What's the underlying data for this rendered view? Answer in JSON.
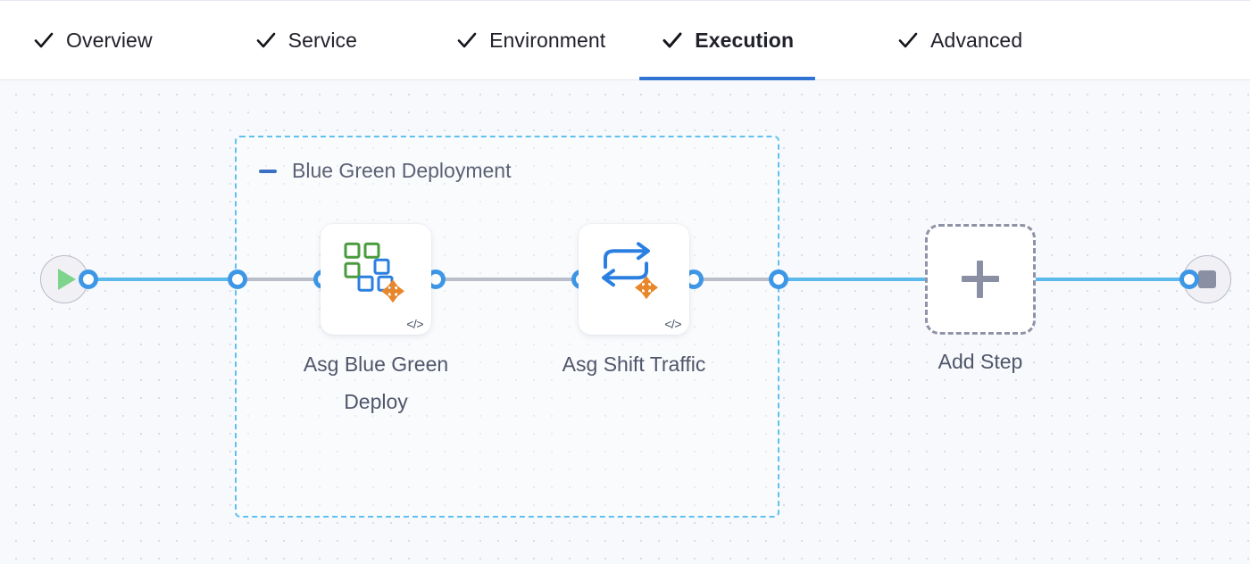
{
  "tabs": {
    "items": [
      {
        "label": "Overview",
        "icon": "check-icon",
        "complete": true,
        "active": false
      },
      {
        "label": "Service",
        "icon": "check-icon",
        "complete": true,
        "active": false
      },
      {
        "label": "Environment",
        "icon": "check-icon",
        "complete": true,
        "active": false
      },
      {
        "label": "Execution",
        "icon": "check-icon",
        "complete": true,
        "active": true
      },
      {
        "label": "Advanced",
        "icon": "check-icon",
        "complete": true,
        "active": false
      }
    ],
    "active_underline_color": "#2f73d3"
  },
  "canvas": {
    "background_color": "#f7f9fc",
    "grid": "dotted",
    "grid_dot_color": "#d7dde8"
  },
  "pipeline": {
    "start_node": {
      "icon": "play-icon",
      "color": "#7ed48c"
    },
    "end_node": {
      "icon": "stop-icon",
      "color": "#8b8fa3"
    },
    "group": {
      "title": "Blue Green Deployment",
      "collapse_icon": "minus-icon",
      "border_color": "#5fc1ef",
      "collapse_icon_color": "#3a6fc4"
    },
    "steps": [
      {
        "label": "Asg Blue Green Deploy",
        "icon": "asg-blue-green-deploy-icon",
        "badge_icon": "code-icon",
        "badge_text": "</>",
        "colors": {
          "green": "#4a9b3f",
          "blue": "#2a7fe0",
          "orange": "#e8862a"
        }
      },
      {
        "label": "Asg Shift Traffic",
        "icon": "asg-shift-traffic-icon",
        "badge_icon": "code-icon",
        "badge_text": "</>",
        "colors": {
          "blue": "#2a7fe0",
          "orange": "#e8862a"
        }
      }
    ],
    "add_step": {
      "label": "Add Step",
      "icon": "plus-icon"
    },
    "connector_color": "#3d97e6",
    "line_solid_color": "#5cb9ec",
    "line_dashed_color": "#b9bec9"
  }
}
